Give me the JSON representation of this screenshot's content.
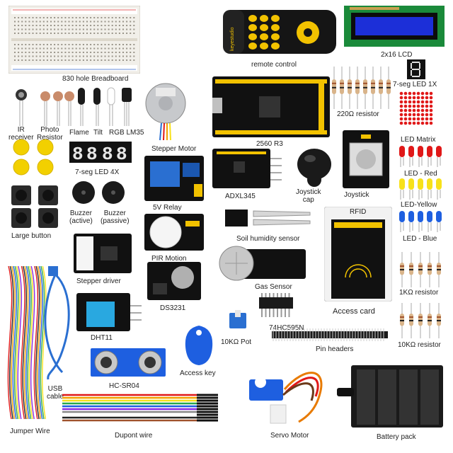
{
  "labels": {
    "breadcrumb_board": "830 hole Breadboard",
    "remote": "remote control",
    "lcd": "2x16 LCD",
    "seg1": "7-seg LED 1X",
    "resistor220": "220Ω resistor",
    "ir": "IR\nreceiver",
    "ir_a": "IR",
    "ir_b": "receiver",
    "photo_a": "Photo",
    "photo_b": "Resistor",
    "flame": "Flame",
    "tilt": "Tilt",
    "rgb": "RGB LM35",
    "stepper_motor": "Stepper Motor",
    "mega": "2560 R3",
    "led_matrix": "LED Matrix",
    "seg4": "7-seg LED 4X",
    "relay": "5V Relay",
    "adxl": "ADXL345",
    "joycap_a": "Joystick",
    "joycap_b": "cap",
    "joystick": "Joystick",
    "led_red": "LED - Red",
    "led_yellow": "LED-Yellow",
    "led_blue": "LED - Blue",
    "buzz_active_a": "Buzzer",
    "buzz_active_b": "(active)",
    "buzz_passive_a": "Buzzer",
    "buzz_passive_b": "(passive)",
    "large_button": "Large button",
    "soil": "Soil humidity sensor",
    "rfid": "RFID",
    "pir": "PIR  Motion",
    "stepper_driver": "Stepper driver",
    "gas": "Gas Sensor",
    "ds3231": "DS3231",
    "r1k": "1KΩ resistor",
    "access_card": "Access  card",
    "dht11": "DHT11",
    "pot": "10KΩ Pot",
    "ic": "74HC595N",
    "pin_headers": "Pin headers",
    "r10k": "10KΩ resistor",
    "usb_a": "USB",
    "usb_b": "cable",
    "hcsr04": "HC-SR04",
    "access_key": "Access key",
    "jumper": "Jumper Wire",
    "dupont": "Dupont  wire",
    "servo": "Servo Motor",
    "battery": "Battery pack",
    "remote_brand": "keyestudio"
  },
  "colors": {
    "pcb_black": "#111111",
    "module_yellow": "#f2c200",
    "relay_blue": "#2a6fd1",
    "led_red": "#e01818",
    "led_yellow": "#f7e11a",
    "led_blue": "#1e5fe0",
    "lcd_blue": "#1c2fd8"
  }
}
